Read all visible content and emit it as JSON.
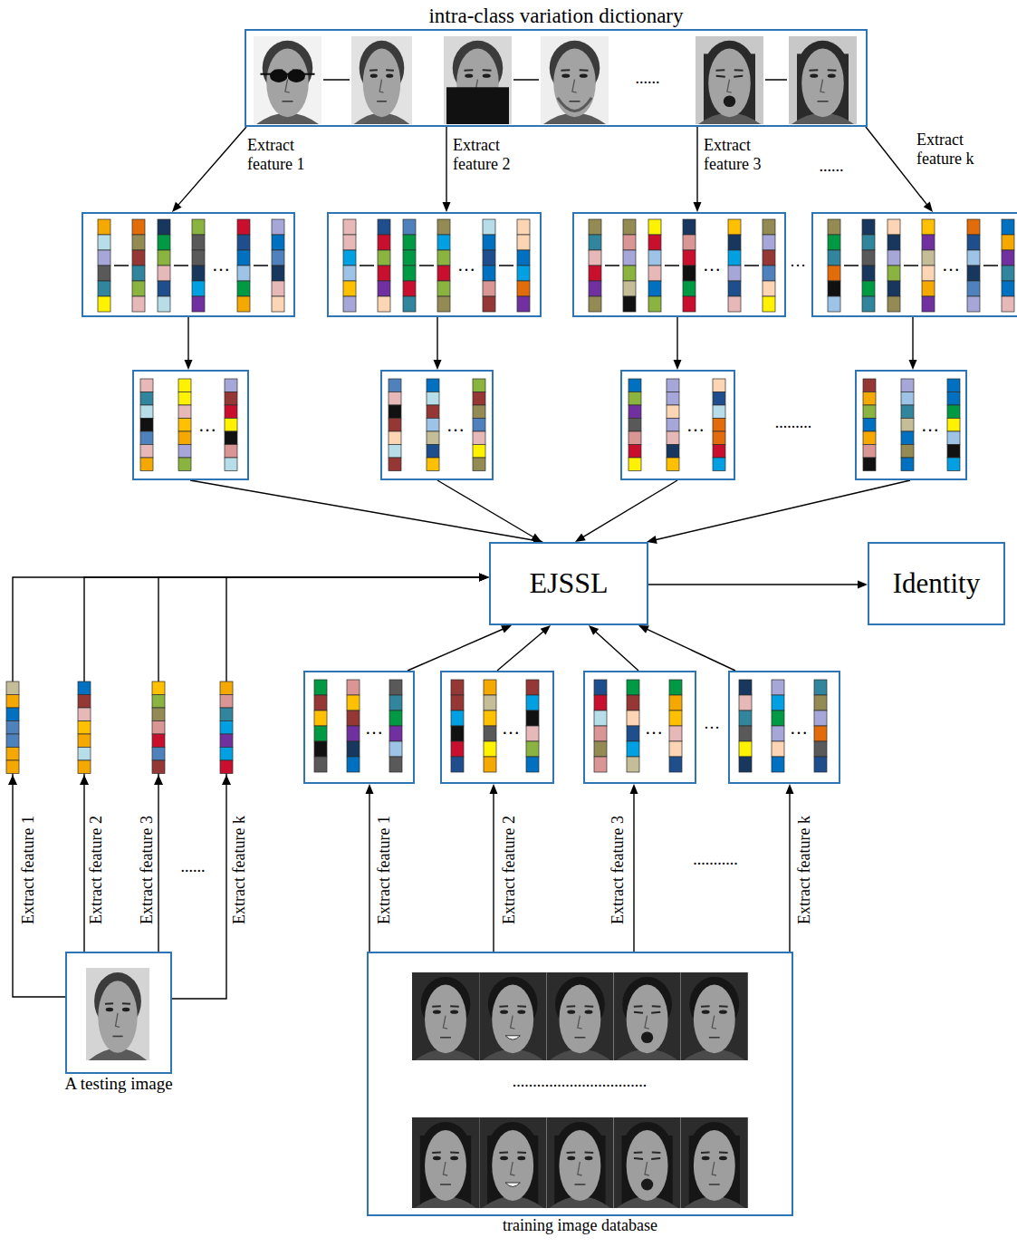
{
  "diagram": {
    "nodes": [
      {
        "text": [
          "intra-class variation dictionary"
        ]
      },
      {
        "text": [
          "…"
        ]
      },
      {
        "text": [
          "…"
        ]
      },
      {
        "text": [
          "…"
        ]
      },
      {
        "text": [
          "…"
        ]
      },
      {
        "text": [
          "…"
        ]
      },
      {
        "text": [
          "…"
        ]
      },
      {
        "text": [
          "…"
        ]
      },
      {
        "text": [
          "…"
        ]
      },
      {
        "text": [
          "EJSSL"
        ]
      },
      {
        "text": [
          "Identity"
        ]
      },
      {
        "text": [
          "…"
        ]
      },
      {
        "text": [
          "…"
        ]
      },
      {
        "text": [
          "…"
        ]
      },
      {
        "text": [
          "…"
        ]
      },
      {
        "text": [
          "A testing image"
        ]
      },
      {
        "text": [
          "training image database"
        ]
      }
    ],
    "edges": [
      {
        "from": 0,
        "to": 1,
        "arrow": "to",
        "label": "Extract feature 1"
      },
      {
        "from": 0,
        "to": 2,
        "arrow": "to",
        "label": "Extract feature 2"
      },
      {
        "from": 0,
        "to": 3,
        "arrow": "to",
        "label": "Extract feature 3"
      },
      {
        "from": 0,
        "to": 4,
        "arrow": "to",
        "label": "Extract feature k"
      },
      {
        "from": 1,
        "to": 5,
        "arrow": "to"
      },
      {
        "from": 2,
        "to": 6,
        "arrow": "to"
      },
      {
        "from": 3,
        "to": 7,
        "arrow": "to"
      },
      {
        "from": 4,
        "to": 8,
        "arrow": "to"
      },
      {
        "from": 5,
        "to": 9,
        "arrow": "to"
      },
      {
        "from": 6,
        "to": 9,
        "arrow": "to"
      },
      {
        "from": 7,
        "to": 9,
        "arrow": "to"
      },
      {
        "from": 8,
        "to": 9,
        "arrow": "to"
      },
      {
        "from": 9,
        "to": 10,
        "arrow": "to"
      },
      {
        "from": 11,
        "to": 9,
        "arrow": "to"
      },
      {
        "from": 12,
        "to": 9,
        "arrow": "to"
      },
      {
        "from": 13,
        "to": 9,
        "arrow": "to"
      },
      {
        "from": 14,
        "to": 9,
        "arrow": "to"
      },
      {
        "from": 15,
        "to": 9,
        "arrow": "to",
        "label": "Extract feature 1"
      },
      {
        "from": 15,
        "to": 9,
        "arrow": "to",
        "label": "Extract feature 2"
      },
      {
        "from": 15,
        "to": 9,
        "arrow": "to",
        "label": "Extract feature 3"
      },
      {
        "from": 15,
        "to": 9,
        "arrow": "to",
        "label": "Extract feature k"
      },
      {
        "from": 16,
        "to": 11,
        "arrow": "to",
        "label": "Extract feature 1"
      },
      {
        "from": 16,
        "to": 12,
        "arrow": "to",
        "label": "Extract feature 2"
      },
      {
        "from": 16,
        "to": 13,
        "arrow": "to",
        "label": "Extract feature 3"
      },
      {
        "from": 16,
        "to": 14,
        "arrow": "to",
        "label": "Extract feature k"
      }
    ],
    "labels": [
      "......",
      "......",
      "…",
      ".........",
      "…",
      "...........",
      "......",
      "................................."
    ]
  }
}
